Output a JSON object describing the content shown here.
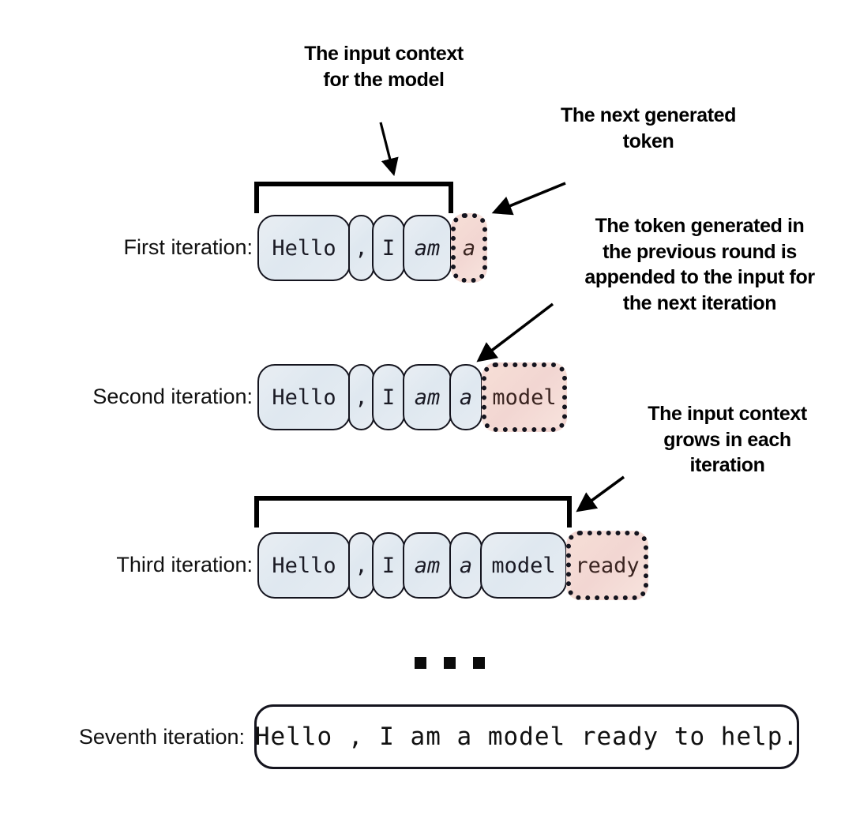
{
  "diagram": {
    "title": "Autoregressive token generation loop",
    "background_color": "#ffffff",
    "colors": {
      "context_token_fill": "#e4ecf3",
      "generated_token_fill": "#f4dcd5",
      "outline": "#14141e",
      "text": "#111111"
    }
  },
  "annotations": [
    {
      "id": "input-context-for-model",
      "text": "The input context\nfor the model"
    },
    {
      "id": "next-generated-token",
      "text": "The next generated\ntoken"
    },
    {
      "id": "token-appended",
      "text": "The token generated in\nthe previous round is\nappended to the input for\nthe next iteration"
    },
    {
      "id": "context-grows",
      "text": "The input context\ngrows in each\niteration"
    }
  ],
  "rows": [
    {
      "id": "first",
      "label": "First iteration:",
      "context_tokens": [
        "Hello",
        ",",
        "I",
        "am"
      ],
      "generated_token": "a",
      "has_bracket": true
    },
    {
      "id": "second",
      "label": "Second iteration:",
      "context_tokens": [
        "Hello",
        ",",
        "I",
        "am",
        "a"
      ],
      "generated_token": "model",
      "has_bracket": false
    },
    {
      "id": "third",
      "label": "Third iteration:",
      "context_tokens": [
        "Hello",
        ",",
        "I",
        "am",
        "a",
        "model"
      ],
      "generated_token": "ready",
      "has_bracket": true
    }
  ],
  "ellipsis": "...",
  "final": {
    "label": "Seventh iteration:",
    "sentence": "Hello , I am a model ready to help."
  }
}
